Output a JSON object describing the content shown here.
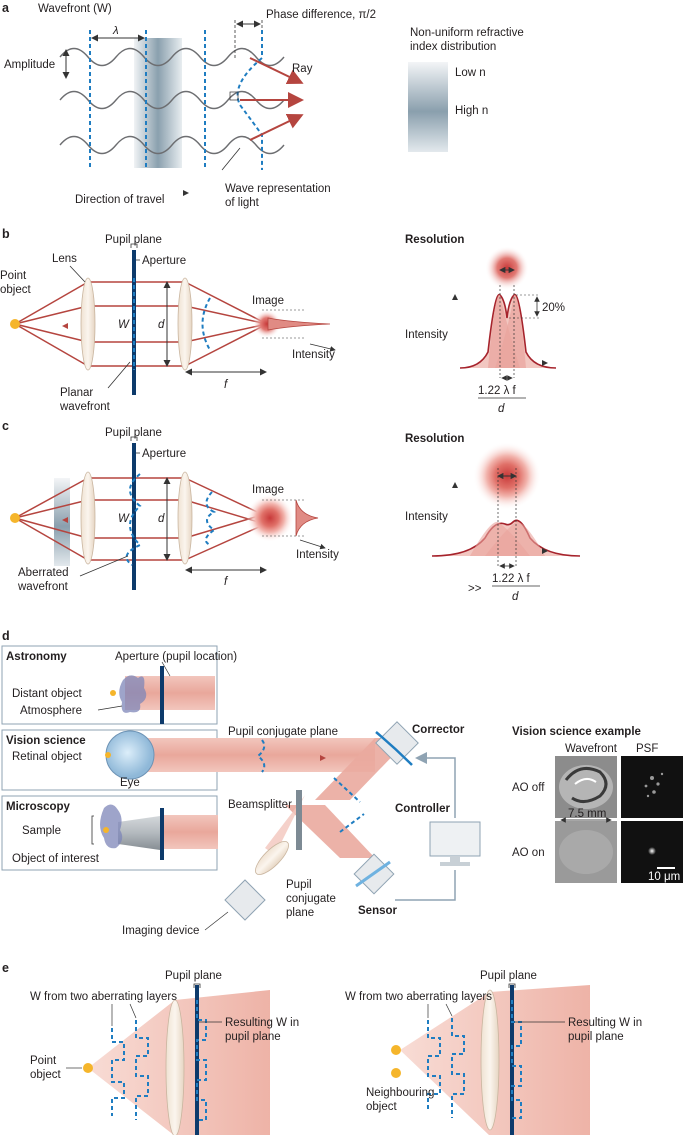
{
  "panel_a": {
    "label": "a",
    "wavefront": "Wavefront (W)",
    "lambda": "λ",
    "phase_difference": "Phase difference, π/2",
    "amplitude": "Amplitude",
    "ray": "Ray",
    "direction_of_travel": "Direction of travel",
    "wave_rep_line1": "Wave representation",
    "wave_rep_line2": "of light",
    "nonuniform_line1": "Non-uniform refractive",
    "nonuniform_line2": "index distribution",
    "low_n": "Low n",
    "high_n": "High n"
  },
  "panel_b": {
    "label": "b",
    "pupil_plane": "Pupil plane",
    "aperture": "Aperture",
    "lens": "Lens",
    "point_object_1": "Point",
    "point_object_2": "object",
    "w": "W",
    "d": "d",
    "image": "Image",
    "intensity": "Intensity",
    "planar_1": "Planar",
    "planar_2": "wavefront",
    "f": "f",
    "resolution": "Resolution",
    "intensity_axis": "Intensity",
    "twenty_percent": "20%",
    "formula_num": "1.22 λ f",
    "formula_den": "d"
  },
  "panel_c": {
    "label": "c",
    "pupil_plane": "Pupil plane",
    "aperture": "Aperture",
    "w": "W",
    "d": "d",
    "image": "Image",
    "intensity": "Intensity",
    "aberrated_1": "Aberrated",
    "aberrated_2": "wavefront",
    "f": "f",
    "resolution": "Resolution",
    "intensity_axis": "Intensity",
    "gg": ">>",
    "formula_num": "1.22 λ f",
    "formula_den": "d"
  },
  "panel_d": {
    "label": "d",
    "astronomy": "Astronomy",
    "aperture_pupil": "Aperture (pupil location)",
    "distant_object": "Distant object",
    "atmosphere": "Atmosphere",
    "vision_science": "Vision science",
    "retinal_object": "Retinal object",
    "eye": "Eye",
    "microscopy": "Microscopy",
    "sample": "Sample",
    "object_of_interest": "Object of interest",
    "pupil_conjugate_plane": "Pupil conjugate plane",
    "corrector": "Corrector",
    "beamsplitter": "Beamsplitter",
    "controller": "Controller",
    "imaging_device": "Imaging device",
    "pupil_conj_1": "Pupil",
    "pupil_conj_2": "conjugate",
    "pupil_conj_3": "plane",
    "sensor": "Sensor",
    "vision_example": "Vision science example",
    "wavefront_col": "Wavefront",
    "psf_col": "PSF",
    "ao_off": "AO off",
    "ao_on": "AO on",
    "mm_scale": "7.5 mm",
    "um_scale": "10 μm"
  },
  "panel_e": {
    "label": "e",
    "pupil_plane_left": "Pupil plane",
    "two_layers_left": "W from two aberrating layers",
    "resulting_left_1": "Resulting W in",
    "resulting_left_2": "pupil plane",
    "point_object_1": "Point",
    "point_object_2": "object",
    "pupil_plane_right": "Pupil plane",
    "two_layers_right": "W from two aberrating layers",
    "resulting_right_1": "Resulting W in",
    "resulting_right_2": "pupil plane",
    "neighbouring_1": "Neighbouring",
    "neighbouring_2": "object"
  },
  "colors": {
    "wave_blue": "#1f7dc1",
    "ray_red": "#b5453f",
    "pupil_navy": "#0d3a6b",
    "beam_pink": "#eeb5aa",
    "object_yellow": "#f5b52b",
    "grey_line": "#8fa3b3"
  }
}
